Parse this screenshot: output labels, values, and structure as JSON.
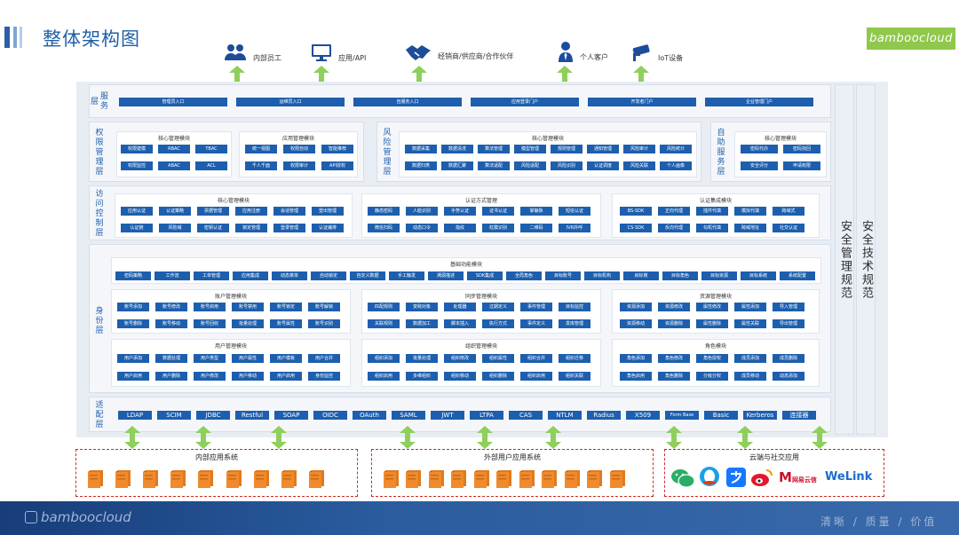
{
  "page_title": "整体架构图",
  "brand_tag": "bamboocloud",
  "footer": {
    "logo": "bamboocloud",
    "slogan": "清晰  /  质量  /  价值"
  },
  "actors": [
    {
      "label": "内部员工",
      "icon": "people-icon"
    },
    {
      "label": "应用/API",
      "icon": "monitor-icon"
    },
    {
      "label": "经销商/供应商/合作伙伴",
      "icon": "handshake-icon"
    },
    {
      "label": "个人客户",
      "icon": "person-icon"
    },
    {
      "label": "IoT设备",
      "icon": "camera-icon"
    }
  ],
  "side_strips": [
    "安全管理规范",
    "安全技术规范"
  ],
  "service_layer": {
    "label": "服务层",
    "portals": [
      "管理员入口",
      "运维员入口",
      "自服务入口",
      "应用登录门户",
      "开发者门户",
      "企业管理门户"
    ]
  },
  "auth_mgmt_layer": {
    "label": "权限管理层",
    "core": {
      "title": "核心管理模块",
      "items": [
        "权限建模",
        "RBAC",
        "TBAC",
        "权限监控",
        "ABAC",
        "ACL"
      ]
    },
    "app": {
      "title": "应用管理模块",
      "items": [
        "统一视图",
        "权限自动",
        "智能推荐",
        "千人千面",
        "权限审计",
        "API授权"
      ]
    }
  },
  "risk_layer": {
    "label": "风险管理层",
    "title": "核心管理模块",
    "items": [
      "数据采集",
      "数据清洗",
      "算法管理",
      "模型管理",
      "规则管理",
      "通知管理",
      "风险审计",
      "风险统计",
      "数据归类",
      "数据汇聚",
      "算法适配",
      "风险适配",
      "风险识别",
      "认证调度",
      "风险关联",
      "个人画像"
    ]
  },
  "self_service_layer": {
    "label": "自助服务层",
    "title": "核心管理模块",
    "items": [
      "密码代办",
      "密码找回",
      "安全评分",
      "申请权限"
    ]
  },
  "access_layer": {
    "label": "访问控制层",
    "core": {
      "title": "核心管理模块",
      "items": [
        "应用认证",
        "认证策略",
        "票据管理",
        "应用注册",
        "会话管理",
        "登出管理",
        "认证链",
        "风险域",
        "密钥认证",
        "锁定管理",
        "登录管理",
        "认证编排"
      ]
    },
    "methods": {
      "title": "认证方式管理",
      "items": [
        "静态密码",
        "人脸识别",
        "手势认证",
        "证书认证",
        "掌静脉",
        "短信认证",
        "微信扫码",
        "动态口令",
        "指纹",
        "虹膜识别",
        "二维码",
        "IVR外呼"
      ]
    },
    "integration": {
      "title": "认证集成模块",
      "items": [
        "BS-SDK",
        "正向代理",
        "插件代填",
        "模拟代填",
        "跨域式",
        "CS-SDK",
        "反向代理",
        "勾机代填",
        "跨域地址",
        "社交认证"
      ]
    }
  },
  "identity_layer": {
    "label": "身份层",
    "common": {
      "title": "基础功能模块",
      "items": [
        "密码策略",
        "工作流",
        "工单管理",
        "应用集成",
        "动态菜单",
        "自动锁定",
        "自定义数据",
        "手工触发",
        "溯源描述",
        "SDK集成",
        "全局角色",
        "目标账号",
        "目标机构",
        "目标岗",
        "目标角色",
        "目标资源",
        "目标系统",
        "系统配置"
      ]
    },
    "account": {
      "title": "账户管理模块",
      "items": [
        "账号添加",
        "账号修改",
        "账号启用",
        "账号禁用",
        "账号锁定",
        "账号解锁",
        "账号删除",
        "账号移动",
        "账号回收",
        "批量处理",
        "账号属性",
        "账号识别"
      ]
    },
    "sync": {
      "title": "同步管理模块",
      "items": [
        "匹配规则",
        "变跨对象",
        "处理器",
        "过期定义",
        "事件管理",
        "目标监控",
        "关联规则",
        "数据加工",
        "脚本插入",
        "执行方式",
        "事件定义",
        "发库管理"
      ]
    },
    "resource": {
      "title": "资源管理模块",
      "items": [
        "资源添加",
        "资源修改",
        "属性修改",
        "属性添加",
        "导入管理",
        "资源移动",
        "资源删除",
        "属性删除",
        "属性关联",
        "导出管理"
      ]
    },
    "user": {
      "title": "用户管理模块",
      "items": [
        "用户添加",
        "数据处理",
        "用户类型",
        "用户属性",
        "用户模板",
        "用户合并",
        "用户启用",
        "用户删除",
        "用户修改",
        "用户移动",
        "用户启用",
        "身份监控"
      ]
    },
    "org": {
      "title": "组织管理模块",
      "items": [
        "组织添加",
        "批量处理",
        "组织修改",
        "组织属性",
        "组织合并",
        "组织迁移",
        "组织启用",
        "多维组织",
        "组织移动",
        "组织删除",
        "组织启用",
        "组织关联"
      ]
    },
    "role": {
      "title": "角色模块",
      "items": [
        "角色添加",
        "角色修改",
        "角色授权",
        "成员添加",
        "成员删除",
        "角色启用",
        "角色删除",
        "分级分权",
        "成员移动",
        "动态添加"
      ]
    }
  },
  "adapter_layer": {
    "label": "适配层",
    "items": [
      "LDAP",
      "SCIM",
      "JDBC",
      "Restful",
      "SOAP",
      "OIDC",
      "OAuth",
      "SAML",
      "JWT",
      "LTPA",
      "CAS",
      "NTLM",
      "Radius",
      "X509",
      "Form Base",
      "Basic",
      "Kerberos",
      "连接器"
    ]
  },
  "systems": [
    {
      "title": "内部应用系统",
      "servers": 9
    },
    {
      "title": "外部用户应用系统",
      "servers": 11
    },
    {
      "title": "云端与社交应用",
      "apps": [
        "wechat-icon",
        "qq-icon",
        "alipay-icon",
        "weibo-icon",
        "网易云信",
        "WeLink"
      ]
    }
  ],
  "colors": {
    "primary": "#1d5fae",
    "accent_green": "#8fc84c",
    "arrow_green": "#8fcf5b",
    "dashed_red": "#cc2a2a"
  }
}
